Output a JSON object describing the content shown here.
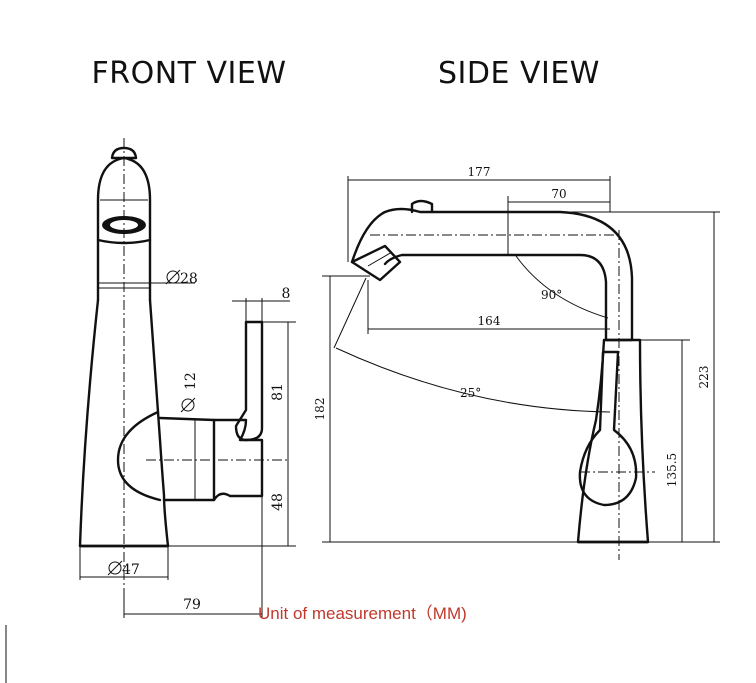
{
  "titles": {
    "front": "FRONT VIEW",
    "side": "SIDE VIEW"
  },
  "front_dims": {
    "spout_diameter": "28",
    "handle_diameter": "12",
    "base_diameter": "47",
    "handle_thickness": "8",
    "handle_height": "81",
    "handle_center_height": "48",
    "handle_reach": "79"
  },
  "side_dims": {
    "total_reach": "177",
    "top_offset": "70",
    "spout_reach": "164",
    "spout_angle": "90°",
    "swing_angle": "25°",
    "total_height": "223",
    "outlet_height": "182",
    "body_height": "135.5"
  },
  "unit_note": "Unit of measurement（MM)",
  "colors": {
    "line": "#111111",
    "unit_text": "#c0392b"
  }
}
